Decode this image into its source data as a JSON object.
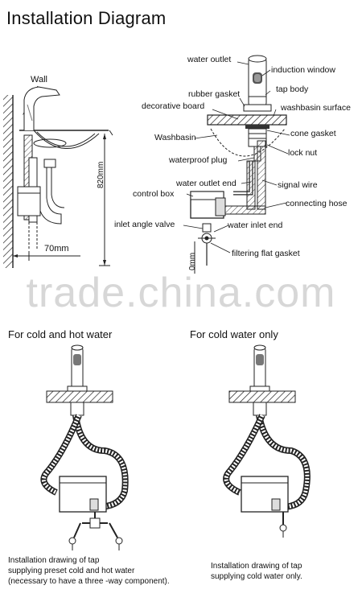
{
  "title": "Installation Diagram",
  "watermark": "trade.china.com",
  "left_figure": {
    "wall": "Wall",
    "height_dim": "820mm",
    "depth_dim": "70mm"
  },
  "right_figure": {
    "labels": {
      "water_outlet": "water outlet",
      "induction_window": "induction window",
      "rubber_gasket": "rubber gasket",
      "tap_body": "tap body",
      "decorative_board": "decorative board",
      "washbasin_surface": "washbasin surface",
      "washbasin": "Washbasin",
      "cone_gasket": "cone gasket",
      "lock_nut": "lock nut",
      "waterproof_plug": "waterproof plug",
      "water_outlet_end": "water outlet end",
      "signal_wire": "signal wire",
      "control_box": "control box",
      "connecting_hose": "connecting hose",
      "inlet_angle_valve": "inlet angle valve",
      "water_inlet_end": "water inlet end",
      "filtering_flat_gasket": "filtering flat gasket"
    },
    "dim_cut": "0mm"
  },
  "bottom_left": {
    "heading": "For cold and hot water",
    "caption_line1": "Installation drawing of tap",
    "caption_line2": "supplying preset cold and hot water",
    "caption_line3": "(necessary to have a three -way component)."
  },
  "bottom_right": {
    "heading": "For cold water only",
    "caption_line1": "Installation drawing of tap",
    "caption_line2": "supplying cold water only."
  }
}
